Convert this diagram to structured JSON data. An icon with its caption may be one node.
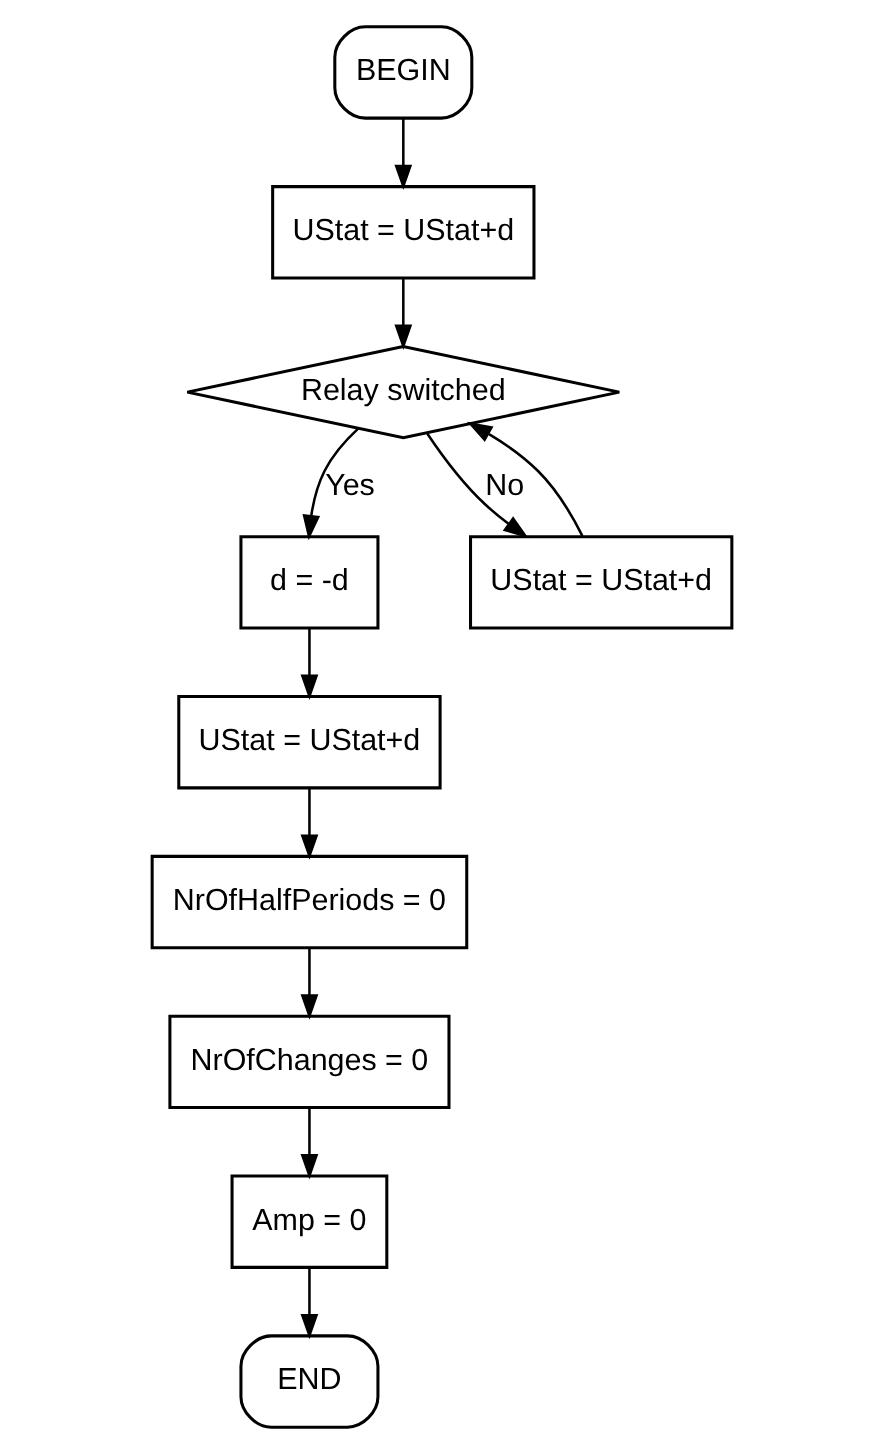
{
  "diagram": {
    "nodes": [
      {
        "text": [
          "BEGIN"
        ]
      },
      {
        "text": [
          "UStat = UStat+d"
        ]
      },
      {
        "text": [
          "Relay switched"
        ]
      },
      {
        "text": [
          "d = -d"
        ]
      },
      {
        "text": [
          "UStat = UStat+d"
        ]
      },
      {
        "text": [
          "UStat = UStat+d"
        ]
      },
      {
        "text": [
          "NrOfHalfPeriods = 0"
        ]
      },
      {
        "text": [
          "NrOfChanges = 0"
        ]
      },
      {
        "text": [
          "Amp = 0"
        ]
      },
      {
        "text": [
          "END"
        ]
      }
    ],
    "edges": [
      {
        "from": 0,
        "to": 1,
        "arrow": "to"
      },
      {
        "from": 1,
        "to": 2,
        "arrow": "to"
      },
      {
        "from": 2,
        "to": 3,
        "arrow": "to",
        "label": "Yes"
      },
      {
        "from": 2,
        "to": 4,
        "arrow": "to",
        "label": "No"
      },
      {
        "from": 4,
        "to": 2,
        "arrow": "to"
      },
      {
        "from": 3,
        "to": 5,
        "arrow": "to"
      },
      {
        "from": 5,
        "to": 6,
        "arrow": "to"
      },
      {
        "from": 6,
        "to": 7,
        "arrow": "to"
      },
      {
        "from": 7,
        "to": 8,
        "arrow": "to"
      },
      {
        "from": 8,
        "to": 9,
        "arrow": "to"
      }
    ]
  }
}
